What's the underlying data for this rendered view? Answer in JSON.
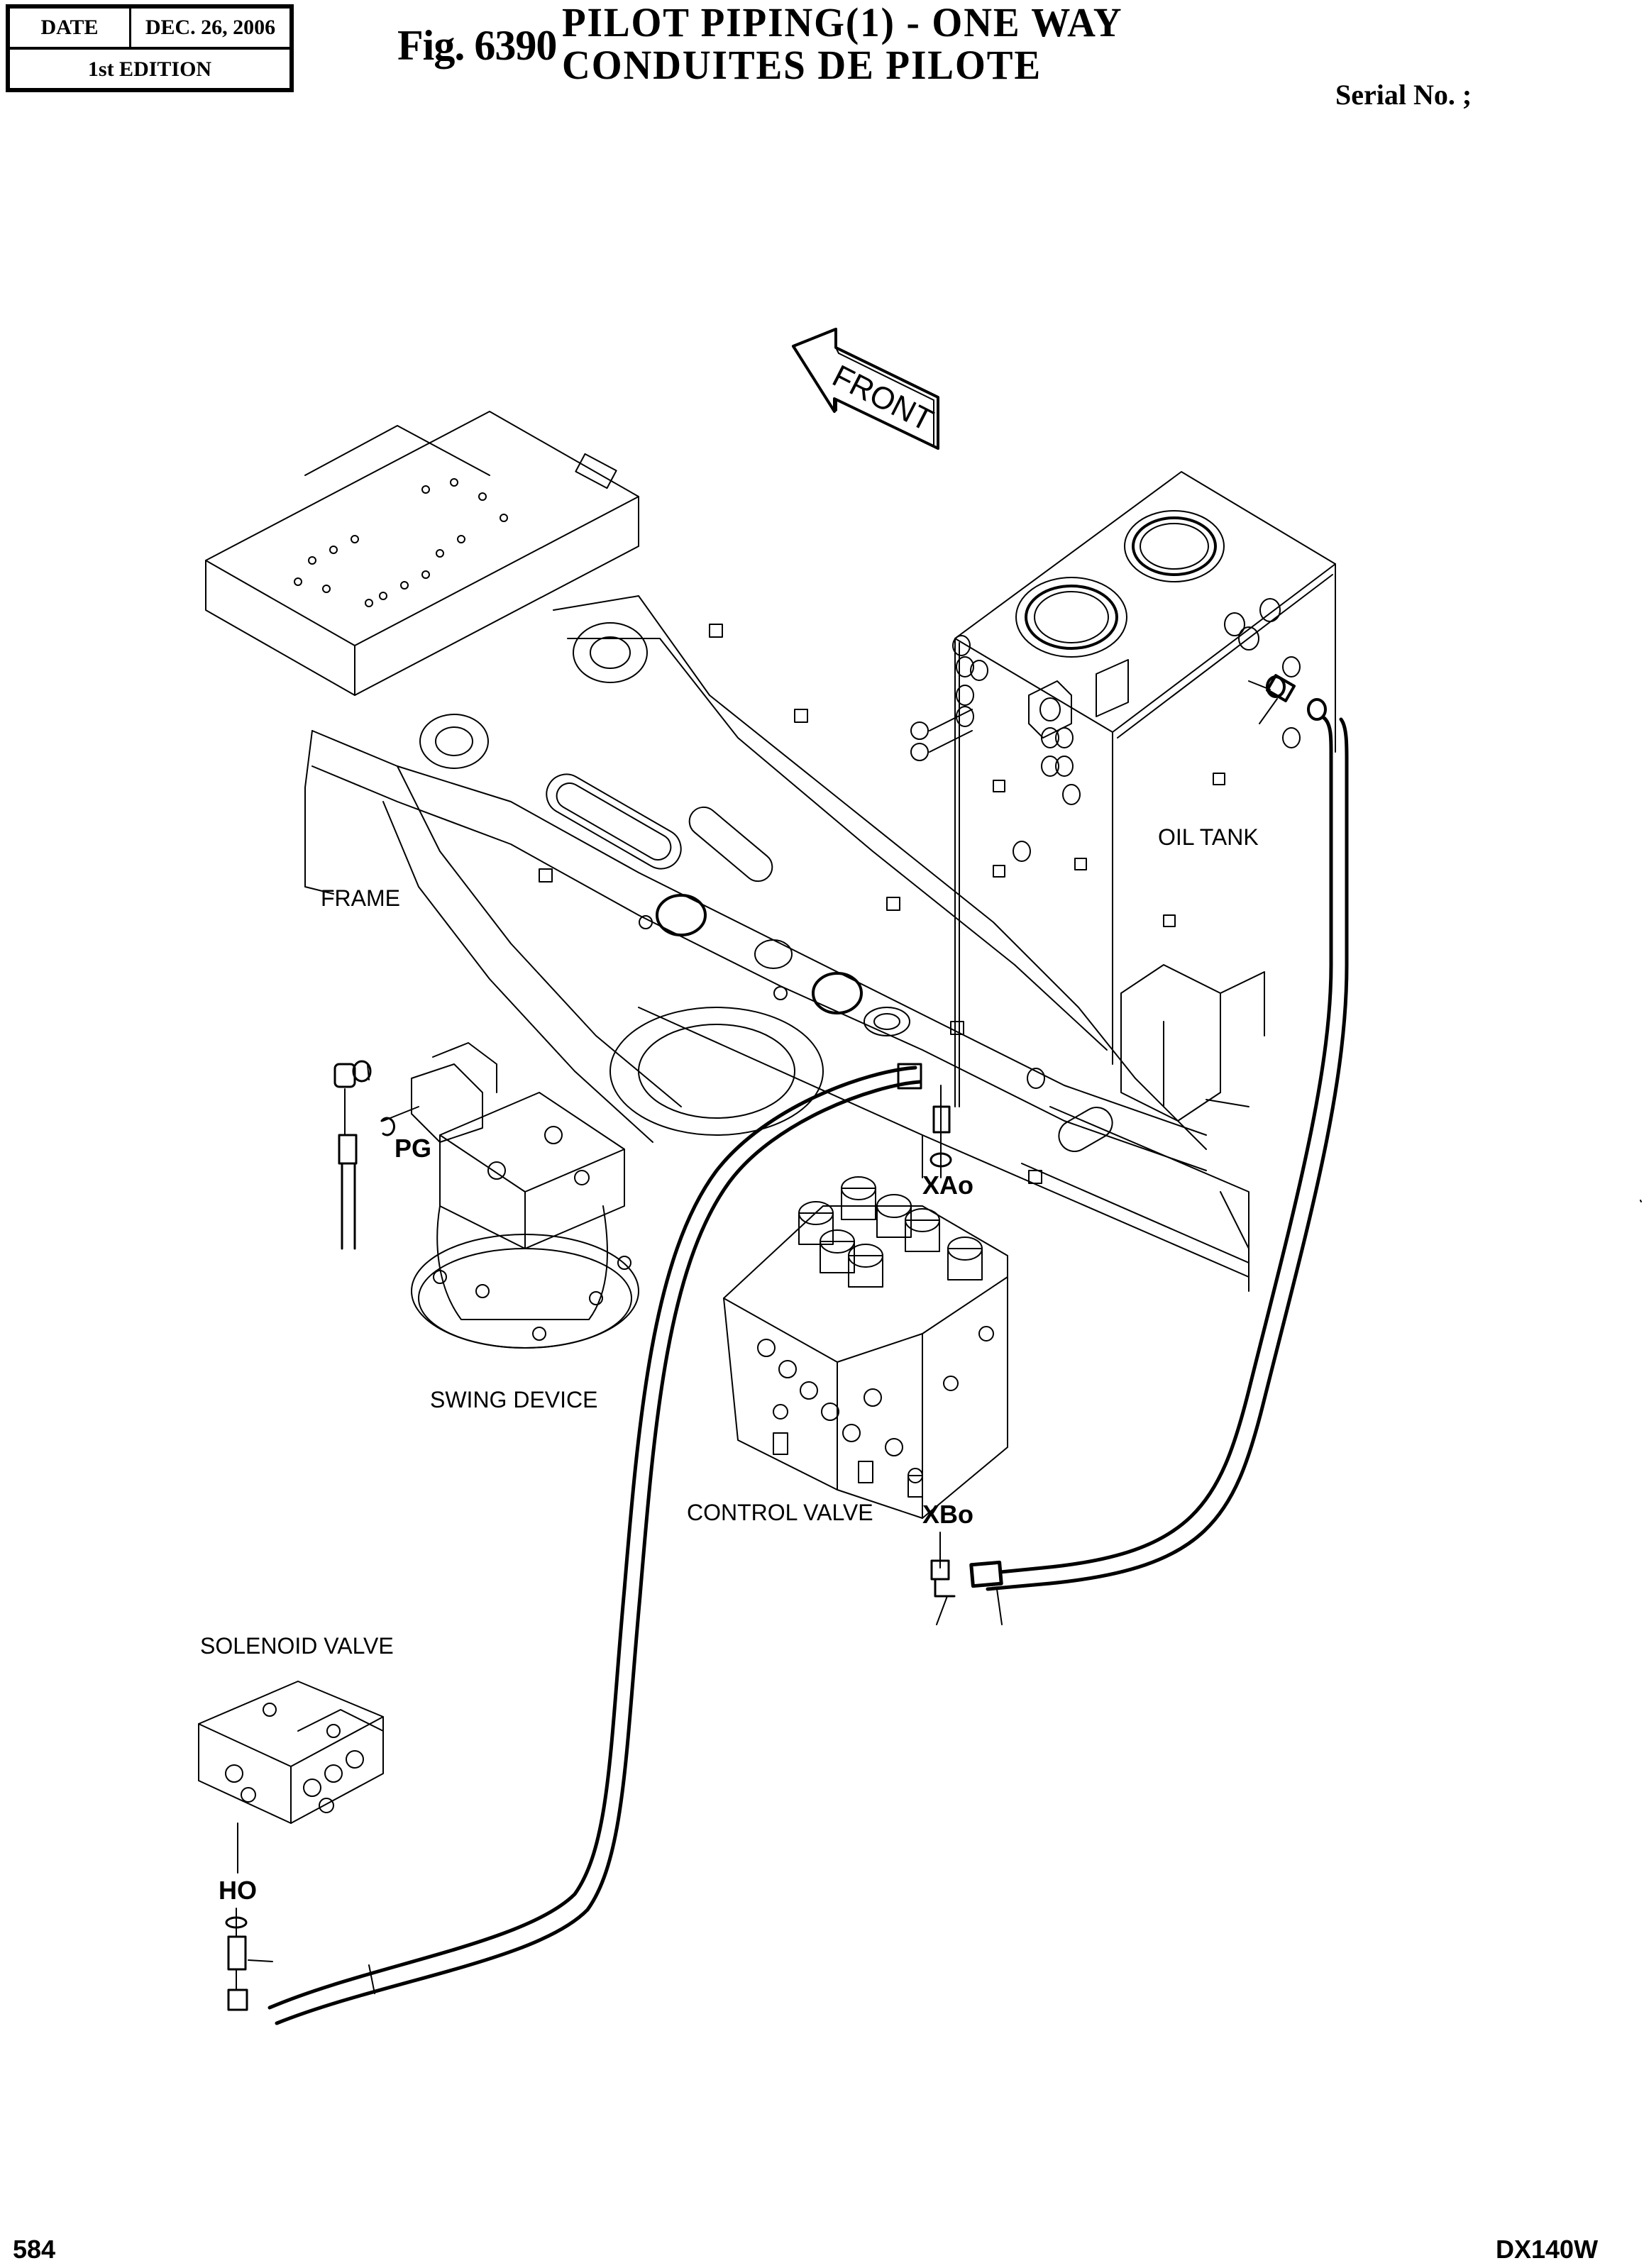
{
  "header": {
    "date_label": "DATE",
    "date_value": "DEC. 26, 2006",
    "edition": "1st EDITION",
    "figure_number": "Fig. 6390",
    "title_en": "PILOT PIPING(1) - ONE WAY",
    "title_fr": "CONDUITES DE PILOTE",
    "serial_label": "Serial No. ;"
  },
  "drawing": {
    "direction_arrow": "FRONT",
    "components": {
      "frame": "FRAME",
      "oil_tank": "OIL TANK",
      "swing_device": "SWING DEVICE",
      "control_valve": "CONTROL VALVE",
      "solenoid_valve": "SOLENOID VALVE"
    },
    "ports": {
      "pg": "PG",
      "xao": "XAo",
      "xbo": "XBo",
      "ho": "HO"
    }
  },
  "footer": {
    "page_number": "584",
    "model": "DX140W"
  }
}
